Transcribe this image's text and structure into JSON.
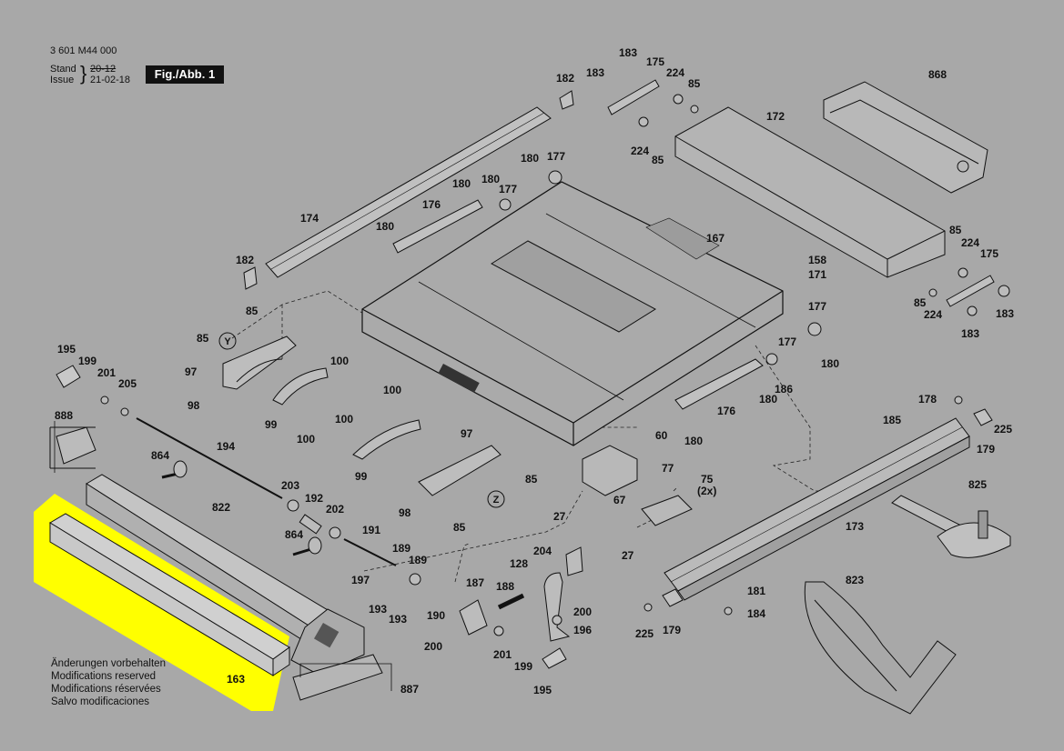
{
  "header": {
    "doc_number": "3 601 M44 000",
    "stand_label": "Stand",
    "issue_label": "Issue",
    "stand_value": "20-12",
    "issue_value": "21-02-18",
    "figure": "Fig./Abb. 1"
  },
  "footer": [
    "Änderungen vorbehalten",
    "Modifications reserved",
    "Modifications réservées",
    "Salvo modificaciones"
  ],
  "highlight_color": "#ffff00",
  "parts": {
    "p183a": "183",
    "p175a": "175",
    "p224a": "224",
    "p85a": "85",
    "p182a": "182",
    "p183b": "183",
    "p868": "868",
    "p172": "172",
    "p224b": "224",
    "p85b": "85",
    "p180a": "180",
    "p177a": "177",
    "p174": "174",
    "p176a": "176",
    "p180b": "180",
    "p180c": "180",
    "p177b": "177",
    "p180d": "180",
    "p167": "167",
    "p85c": "85",
    "p224c": "224",
    "p175b": "175",
    "p182b": "182",
    "p158": "158",
    "p171": "171",
    "p85d": "85",
    "p224d": "224",
    "p183c": "183",
    "p183d": "183",
    "p177c": "177",
    "p85e": "85",
    "p177d": "177",
    "p180e": "180",
    "p180f": "180",
    "p186": "186",
    "p176b": "176",
    "p180g": "180",
    "p195a": "195",
    "p199a": "199",
    "p201a": "201",
    "p205": "205",
    "p85f": "85",
    "p97a": "97",
    "p100a": "100",
    "p98a": "98",
    "p99a": "99",
    "p100b": "100",
    "p100c": "100",
    "p100d": "100",
    "p99b": "99",
    "p888": "888",
    "p864a": "864",
    "p194": "194",
    "p203": "203",
    "p192": "192",
    "p202": "202",
    "p822": "822",
    "p864b": "864",
    "p191": "191",
    "p189a": "189",
    "p189b": "189",
    "p197": "197",
    "p193a": "193",
    "p193b": "193",
    "p190": "190",
    "p187": "187",
    "p188": "188",
    "p97b": "97",
    "p85g": "85",
    "p98b": "98",
    "p85h": "85",
    "p60": "60",
    "p77": "77",
    "p75": "75",
    "p2x": "(2x)",
    "p67": "67",
    "p27a": "27",
    "p27b": "27",
    "p128": "128",
    "p204": "204",
    "p200a": "200",
    "p196": "196",
    "p200b": "200",
    "p201b": "201",
    "p199b": "199",
    "p195b": "195",
    "p178": "178",
    "p225a": "225",
    "p179a": "179",
    "p185": "185",
    "p825": "825",
    "p173": "173",
    "p181": "181",
    "p184": "184",
    "p225b": "225",
    "p179b": "179",
    "p823": "823",
    "p887": "887",
    "p163": "163",
    "Y": "Y",
    "Z": "Z"
  }
}
